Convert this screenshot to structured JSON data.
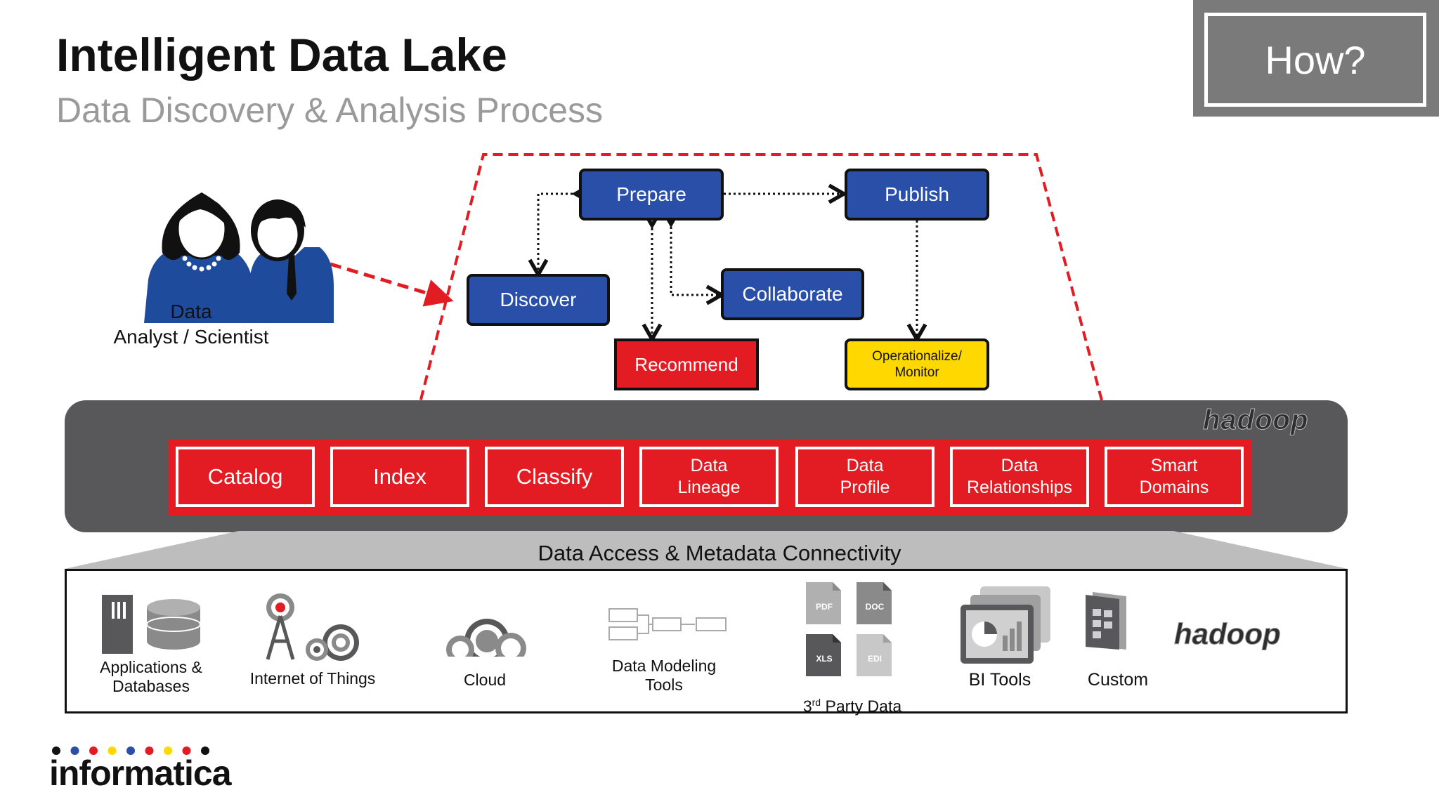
{
  "title": "Intelligent Data Lake",
  "subtitle": "Data Discovery & Analysis Process",
  "how_label": "How?",
  "analyst_label_line1": "Data",
  "analyst_label_line2": "Analyst / Scientist",
  "process_steps": {
    "prepare": "Prepare",
    "publish": "Publish",
    "discover": "Discover",
    "collaborate": "Collaborate",
    "recommend": "Recommend",
    "operationalize_line1": "Operationalize/",
    "operationalize_line2": "Monitor"
  },
  "capabilities": [
    {
      "line1": "Catalog",
      "line2": ""
    },
    {
      "line1": "Index",
      "line2": ""
    },
    {
      "line1": "Classify",
      "line2": ""
    },
    {
      "line1": "Data",
      "line2": "Lineage"
    },
    {
      "line1": "Data",
      "line2": "Profile"
    },
    {
      "line1": "Data",
      "line2": "Relationships"
    },
    {
      "line1": "Smart",
      "line2": "Domains"
    }
  ],
  "hadoop_logo": "hadoop",
  "connectivity_label": "Data Access & Metadata Connectivity",
  "sources": {
    "apps_line1": "Applications &",
    "apps_line2": "Databases",
    "iot": "Internet of Things",
    "cloud": "Cloud",
    "dmt_line1": "Data Modeling",
    "dmt_line2": "Tools",
    "third_party_prefix": "3",
    "third_party_sup": "rd",
    "third_party_suffix": " Party Data",
    "bi": "BI Tools",
    "custom": "Custom",
    "hadoop": "hadoop",
    "doc_types": [
      "PDF",
      "DOC",
      "XLS",
      "EDI"
    ]
  },
  "brand": "informatica",
  "colors": {
    "blue_box": "#2a4fa8",
    "red": "#e31b23",
    "yellow": "#ffd800",
    "platform_gray": "#58585a",
    "how_gray": "#7a7a7a",
    "person_navy": "#1e4b9c"
  },
  "logo_dot_colors": [
    "#111111",
    "#2a4fa8",
    "#e31b23",
    "#ffd800",
    "#2a4fa8",
    "#e31b23",
    "#ffd800",
    "#e31b23",
    "#111111"
  ]
}
